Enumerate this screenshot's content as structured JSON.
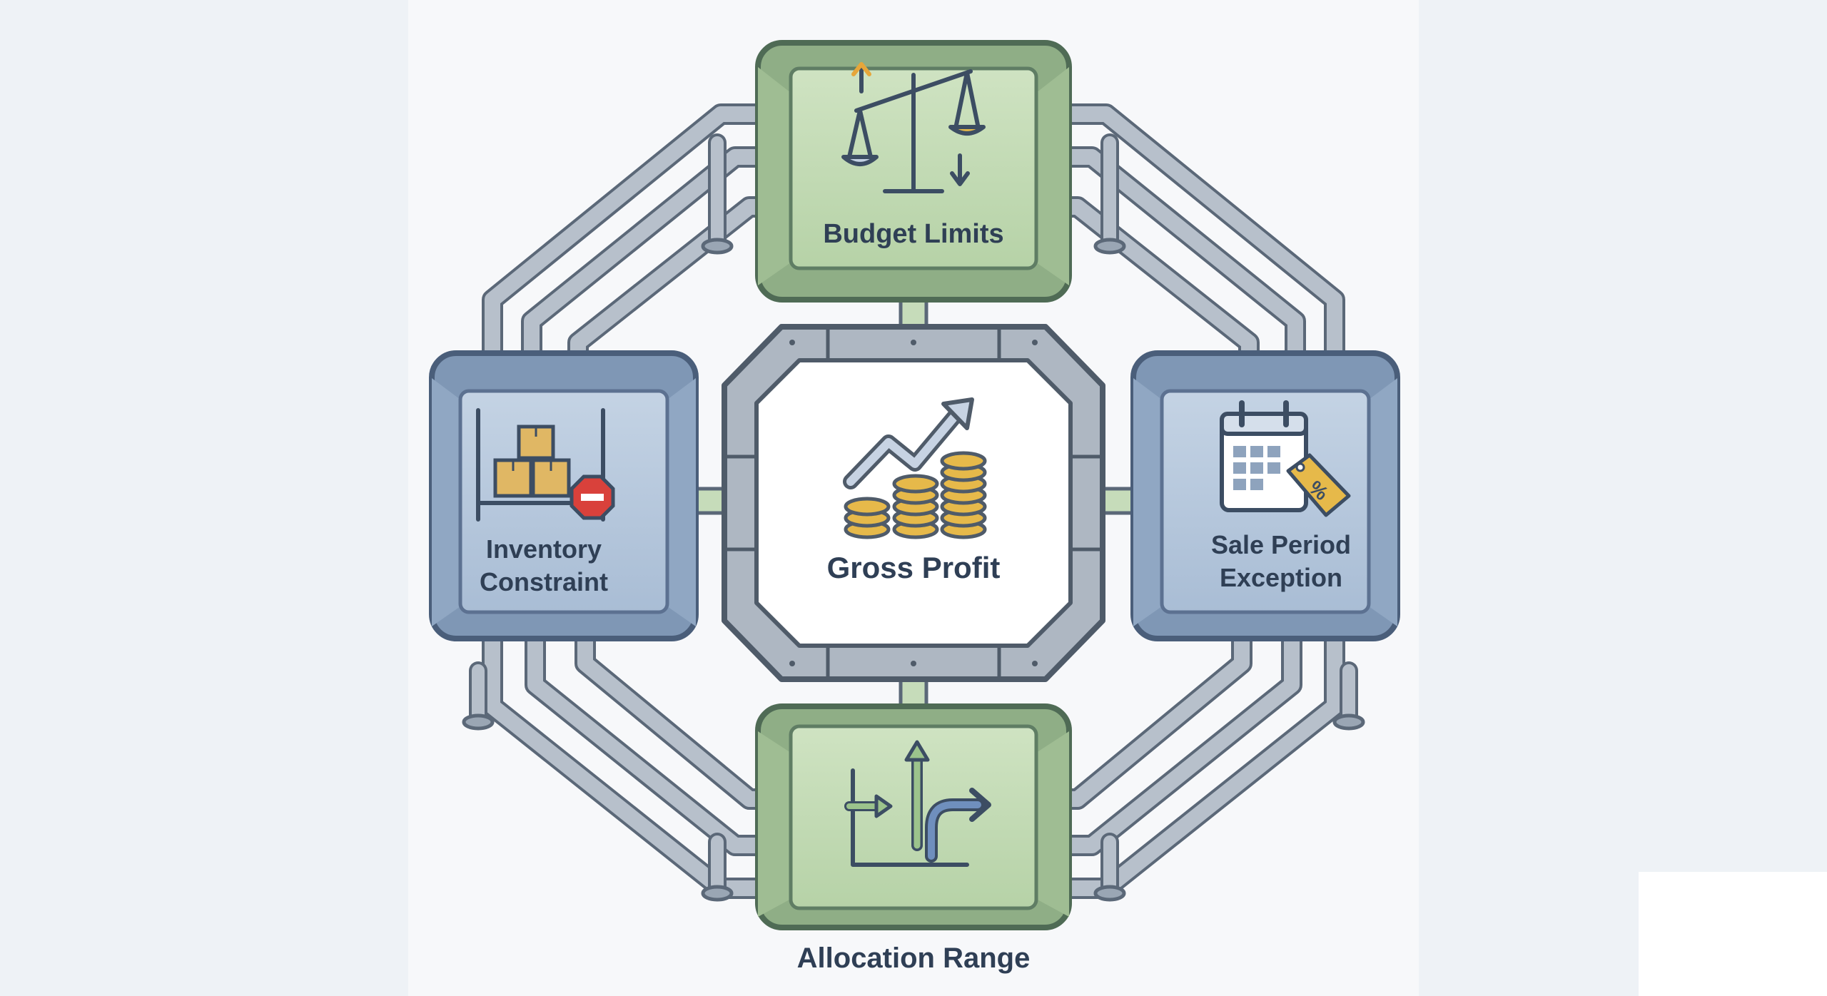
{
  "nodes": {
    "center": {
      "label": "Gross Profit"
    },
    "top": {
      "label": "Budget Limits"
    },
    "left": {
      "line1": "Inventory",
      "line2": "Constraint"
    },
    "right": {
      "line1": "Sale Period",
      "line2": "Exception"
    },
    "bottom": {
      "label": "Allocation Range"
    }
  },
  "icons": {
    "center": "profit-chart-coins-icon",
    "top": "balance-scale-icon",
    "left": "inventory-boxes-stop-icon",
    "right": "calendar-discount-tag-icon",
    "bottom": "branching-arrows-icon",
    "discount_symbol": "%"
  },
  "colors": {
    "green_node": "#b9d5ab",
    "blue_node": "#a4b9d3",
    "pipe": "#9aa6b4",
    "frame": "#aab3be",
    "coin": "#e6b94a",
    "text": "#2f3f55",
    "stop_sign": "#d9413b"
  }
}
